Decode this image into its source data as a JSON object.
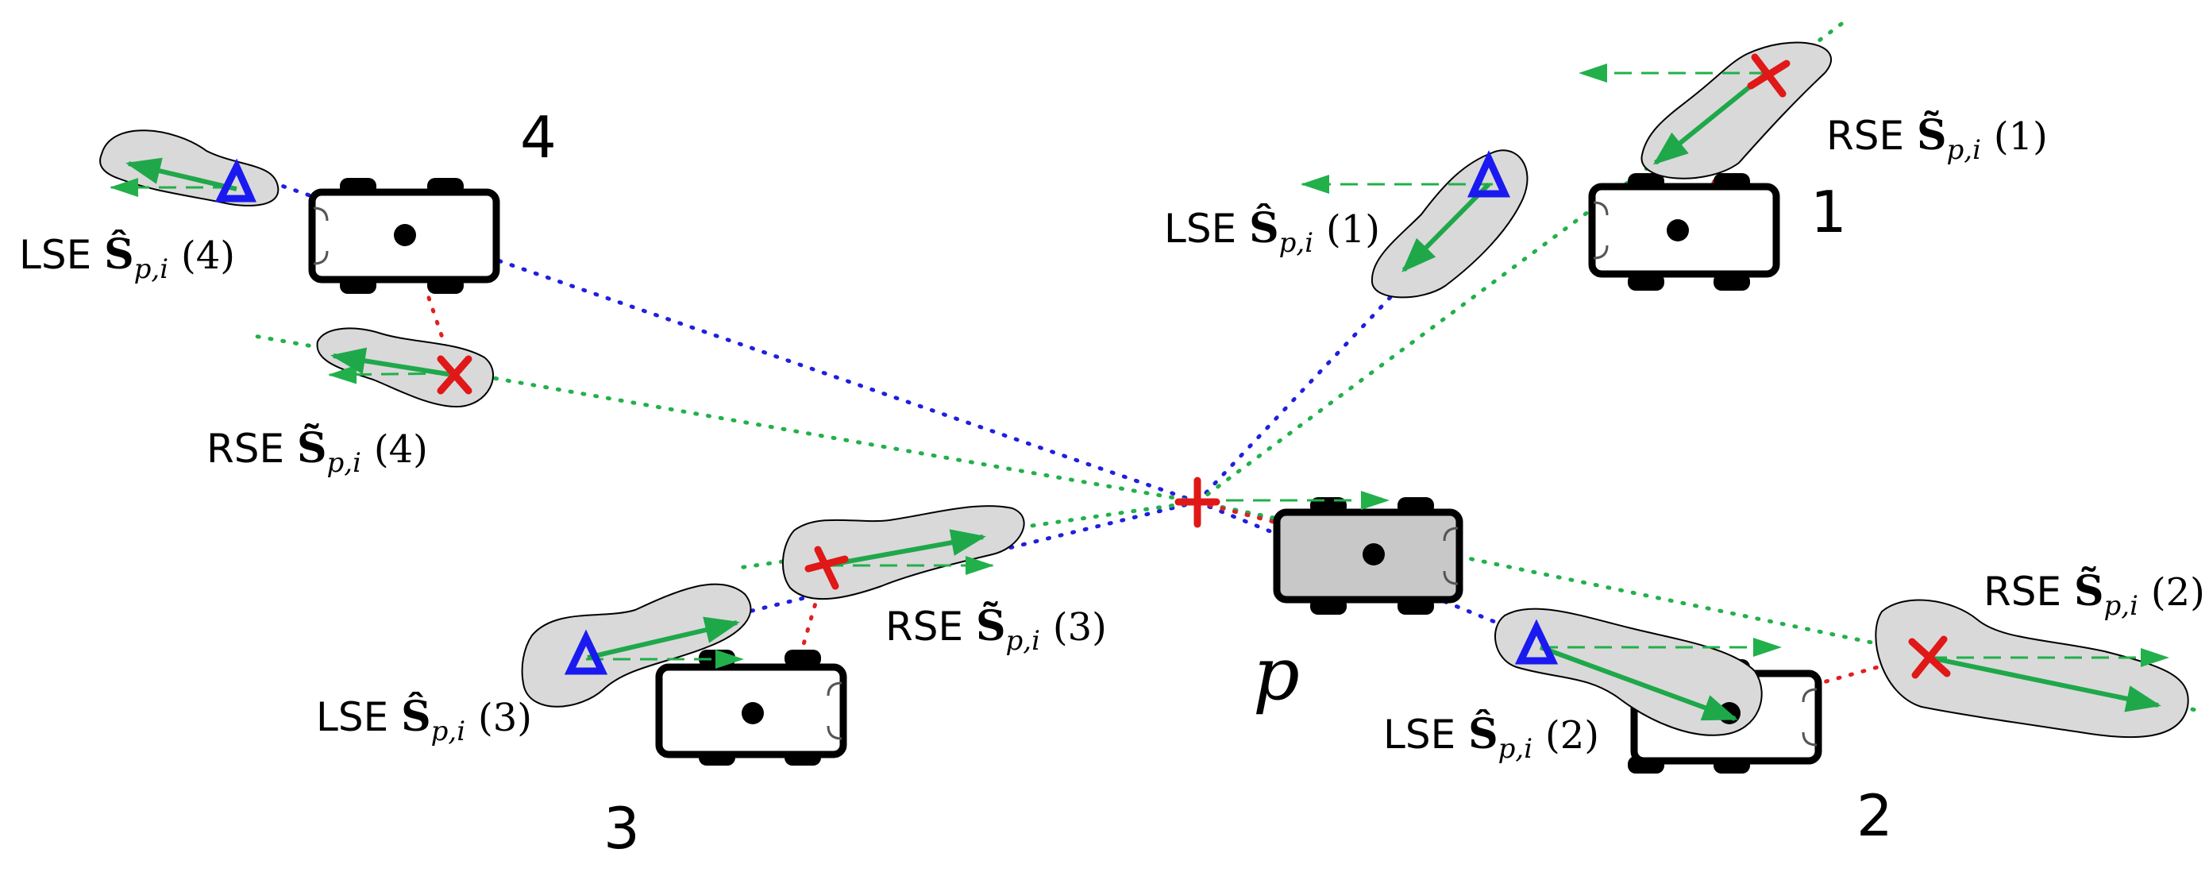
{
  "figure": {
    "vehicles": [
      {
        "id": "1",
        "label": "1"
      },
      {
        "id": "2",
        "label": "2"
      },
      {
        "id": "3",
        "label": "3"
      },
      {
        "id": "4",
        "label": "4"
      },
      {
        "id": "p",
        "label": "p"
      }
    ],
    "estimate_labels": {
      "lse_1": {
        "prefix": "LSE",
        "symbol": "Ŝ",
        "subscript": "p,i",
        "index": "(1)"
      },
      "rse_1": {
        "prefix": "RSE",
        "symbol": "S̃",
        "subscript": "p,i",
        "index": "(1)"
      },
      "lse_2": {
        "prefix": "LSE",
        "symbol": "Ŝ",
        "subscript": "p,i",
        "index": "(2)"
      },
      "rse_2": {
        "prefix": "RSE",
        "symbol": "S̃",
        "subscript": "p,i",
        "index": "(2)"
      },
      "lse_3": {
        "prefix": "LSE",
        "symbol": "Ŝ",
        "subscript": "p,i",
        "index": "(3)"
      },
      "rse_3": {
        "prefix": "RSE",
        "symbol": "S̃",
        "subscript": "p,i",
        "index": "(3)"
      },
      "lse_4": {
        "prefix": "LSE",
        "symbol": "Ŝ",
        "subscript": "p,i",
        "index": "(4)"
      },
      "rse_4": {
        "prefix": "RSE",
        "symbol": "S̃",
        "subscript": "p,i",
        "index": "(4)"
      }
    },
    "colors": {
      "lse_marker": "#1a1af0",
      "rse_marker": "#e01818",
      "heading_arrow": "#1fa84a",
      "blue_ray": "#1f1fe0",
      "green_ray": "#22b04a",
      "red_link": "#e02020",
      "uncertainty_region": "#d9d9d9",
      "vehicle_p_fill": "#c8c8c8"
    },
    "icons": {
      "lse_marker": "triangle-icon",
      "rse_marker": "x-cross-icon",
      "p_estimate": "plus-cross-icon"
    }
  }
}
